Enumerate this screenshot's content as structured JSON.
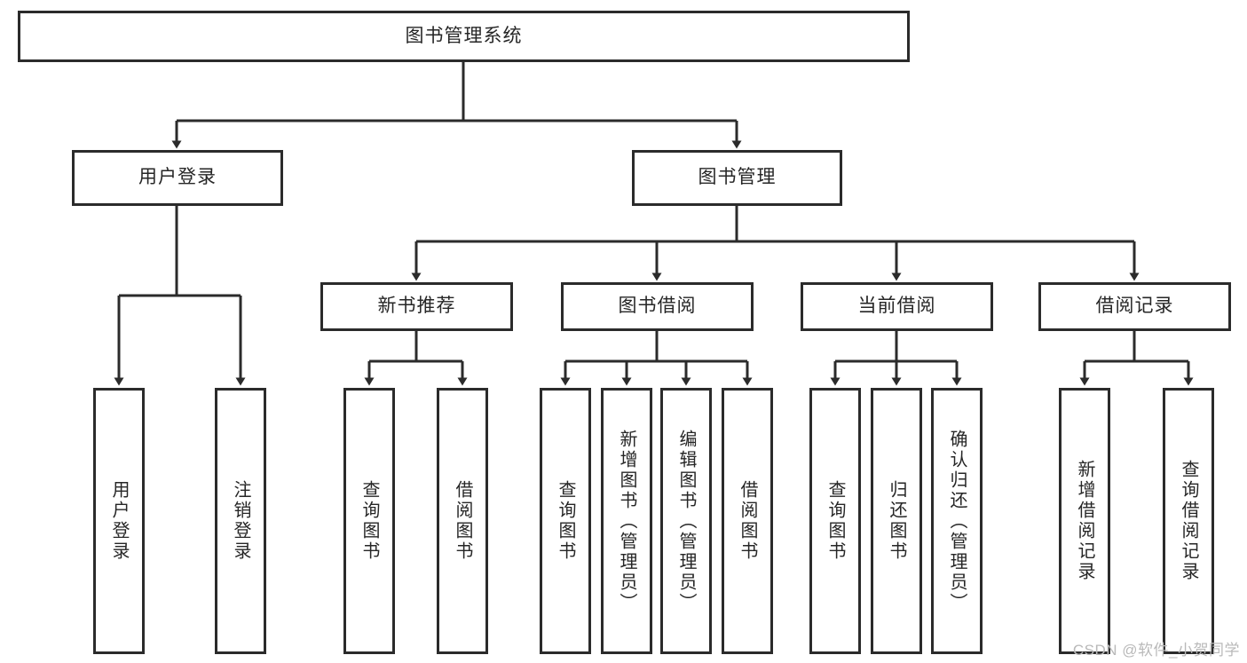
{
  "diagram": {
    "title": "图书管理系统",
    "type": "tree-hierarchy-chart",
    "orientation": "top-down",
    "colors": {
      "box_border": "#2b2b2b",
      "box_fill": "#ffffff",
      "edge": "#333333",
      "text": "#262626",
      "watermark": "#b9b9b9"
    }
  },
  "nodes": {
    "root": {
      "label": "图书管理系统"
    },
    "level2": [
      {
        "label": "用户登录"
      },
      {
        "label": "图书管理"
      }
    ],
    "level3": [
      {
        "label": "新书推荐"
      },
      {
        "label": "图书借阅"
      },
      {
        "label": "当前借阅"
      },
      {
        "label": "借阅记录"
      }
    ],
    "leaves": {
      "user_login": [
        {
          "label": "用户登录"
        },
        {
          "label": "注销登录"
        }
      ],
      "new_book_recommend": [
        {
          "label": "查询图书"
        },
        {
          "label": "借阅图书"
        }
      ],
      "book_borrow": [
        {
          "label": "查询图书"
        },
        {
          "label": "新增图书（管理员）"
        },
        {
          "label": "编辑图书（管理员）"
        },
        {
          "label": "借阅图书"
        }
      ],
      "current_borrow": [
        {
          "label": "查询图书"
        },
        {
          "label": "归还图书"
        },
        {
          "label": "确认归还（管理员）"
        }
      ],
      "borrow_record": [
        {
          "label": "新增借阅记录"
        },
        {
          "label": "查询借阅记录"
        }
      ]
    }
  },
  "watermark": {
    "text": "CSDN @软件_小贺同学"
  }
}
